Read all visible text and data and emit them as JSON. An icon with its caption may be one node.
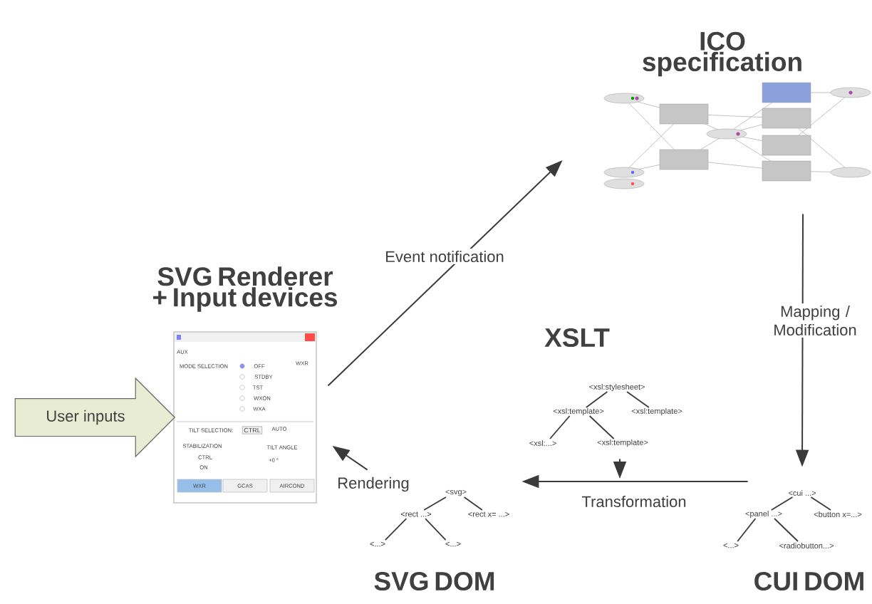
{
  "diagram": {
    "nodes": [
      {
        "text": [
          "SVG Renderer + Input devices"
        ]
      },
      {
        "text": [
          "ICO specification"
        ]
      },
      {
        "text": [
          "XSLT",
          "<xsl:stylesheet>",
          "<xsl:template>",
          "<xsl:template>",
          "<xsl:...>",
          "<xsl:template>"
        ]
      },
      {
        "text": [
          "<cui ...>",
          "<panel ...>",
          "<button x=...>",
          "<...>",
          "<radiobutton...>",
          "CUI DOM"
        ]
      },
      {
        "text": [
          "<svg>",
          "<rect ...>",
          "<rect x= ...>",
          "<...>",
          "<...>",
          "SVG DOM"
        ]
      },
      {
        "text": [
          "User inputs"
        ]
      }
    ],
    "edges": [
      {
        "from": 0,
        "to": 1,
        "arrow": "to",
        "label": "Event notification"
      },
      {
        "from": 1,
        "to": 3,
        "arrow": "to",
        "label": "Mapping / Modification"
      },
      {
        "from": 3,
        "to": 4,
        "arrow": "to",
        "label": "Transformation"
      },
      {
        "from": 2,
        "to": null,
        "arrow": "to"
      },
      {
        "from": 4,
        "to": 0,
        "arrow": "to",
        "label": "Rendering"
      }
    ],
    "labels": [
      "AUX",
      "MODE SELECTION",
      "OFF",
      "STDBY",
      "TST",
      "WXON",
      "WXA",
      "WXR",
      "TILT SELECTION:",
      "CTRL",
      "AUTO",
      "STABILIZATION",
      "TILT ANGLE",
      "CTRL",
      "ON",
      "+0 °",
      "WXR",
      "GCAS",
      "AIRCOND"
    ]
  }
}
